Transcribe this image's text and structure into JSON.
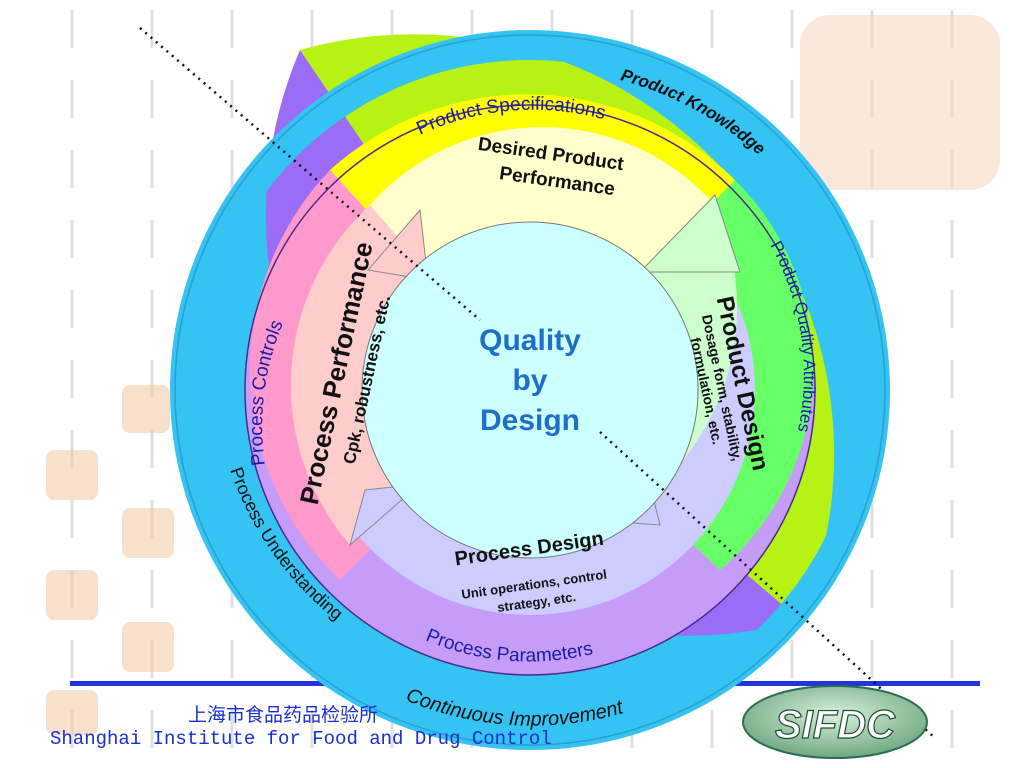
{
  "diagram": {
    "center_text": [
      "Quality",
      "by",
      "Design"
    ],
    "outer_ring": {
      "product_knowledge": "Product Knowledge",
      "continuous_improvement": "Continuous Improvement",
      "process_understanding": "Process Understanding"
    },
    "middle_ring": {
      "product_specifications": "Product Specifications",
      "product_quality_attributes": "Product Quality Attributes",
      "process_parameters": "Process Parameters",
      "process_controls": "Process Controls"
    },
    "arrows": {
      "desired_product_performance": [
        "Desired Product",
        "Performance"
      ],
      "product_design": "Product Design",
      "product_design_sub": [
        "Dosage form, stability,",
        "formulation, etc."
      ],
      "process_design": "Process Design",
      "process_design_sub": [
        "Unit operations, control",
        "strategy, etc."
      ],
      "process_performance": "Process Performance",
      "process_performance_sub": "Cpk, robustness, etc."
    },
    "colors": {
      "outer_blue": "#35c3f4",
      "outer_green": "#b7f215",
      "purple": "#9b6cf5",
      "lavender": "#c59cf7",
      "yellow": "#ffff00",
      "light_yellow": "#ffffcc",
      "green": "#66ff66",
      "light_green": "#ccffcc",
      "pink": "#ff99cc",
      "salmon": "#ffcccc",
      "periwinkle": "#ccccff",
      "center_fill": "#ccffff",
      "center_text": "#1f6fc8"
    }
  },
  "footer": {
    "chinese_name": "上海市食品药品检验所",
    "english_name": "Shanghai Institute for Food and Drug Control",
    "logo_text": "SIFDC"
  }
}
